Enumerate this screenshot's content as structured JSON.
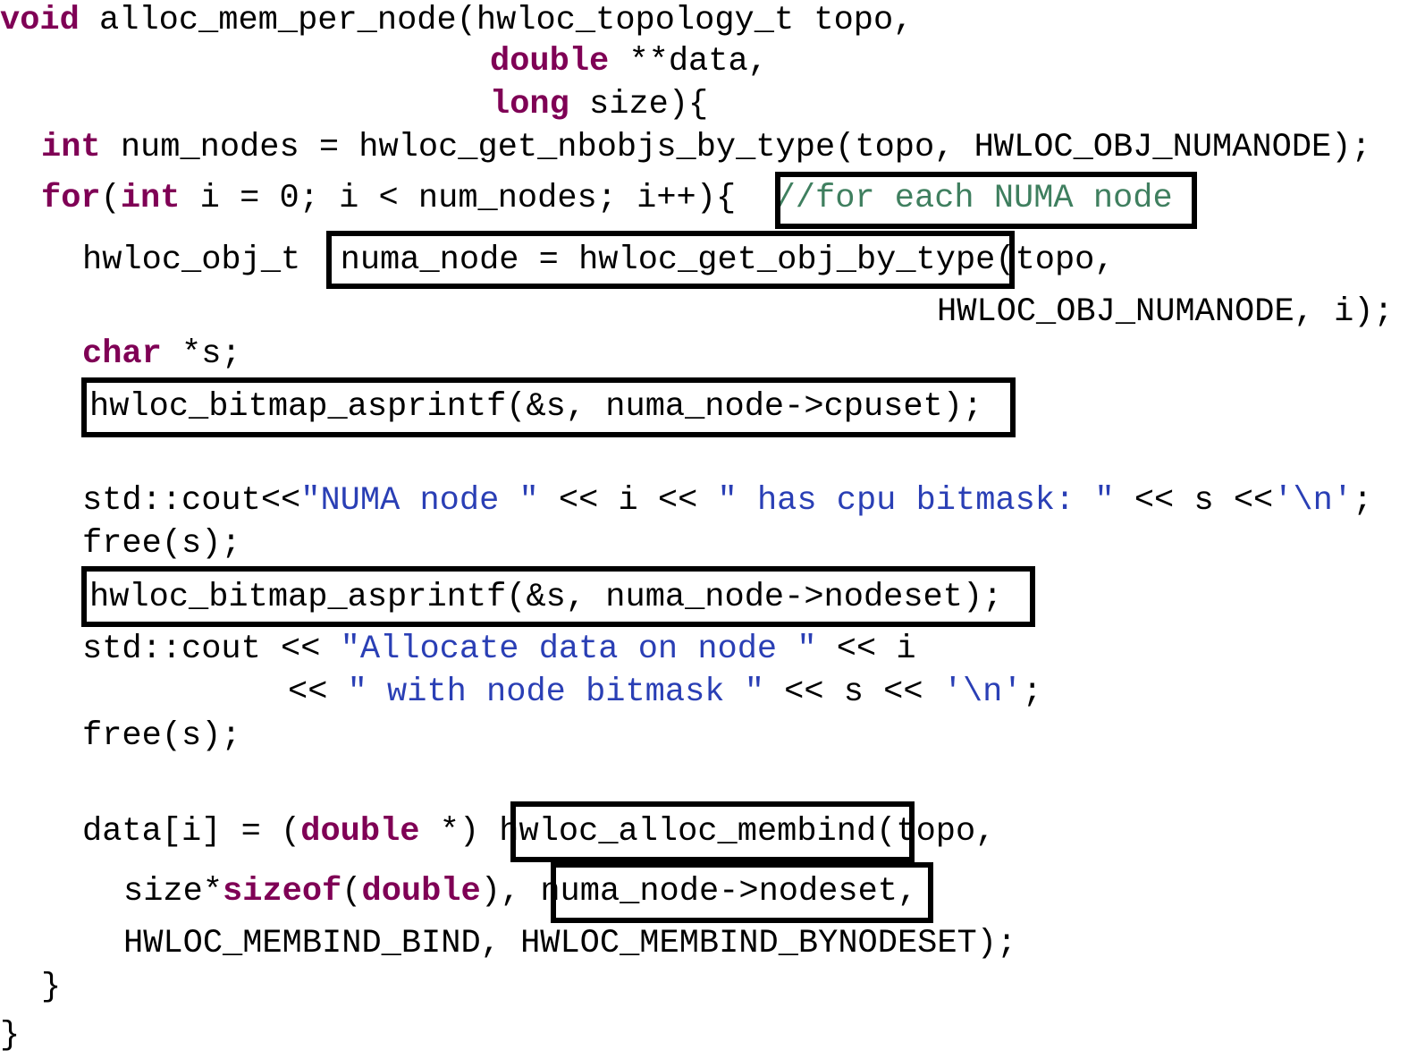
{
  "colors": {
    "text": "#000000",
    "keyword": "#7f0055",
    "string": "#2a3fb5",
    "comment": "#3f7f5f",
    "highlight_box": "#000000"
  },
  "code_lines": [
    [
      {
        "t": "void",
        "c": "kw"
      },
      {
        "t": " alloc_mem_per_node(hwloc_topology_t topo,"
      }
    ],
    [
      {
        "t": "double",
        "c": "kw"
      },
      {
        "t": " **data,"
      }
    ],
    [
      {
        "t": "long",
        "c": "kw"
      },
      {
        "t": " size){"
      }
    ],
    [
      {
        "t": "int",
        "c": "kw"
      },
      {
        "t": " num_nodes = hwloc_get_nbobjs_by_type(topo, HWLOC_OBJ_NUMANODE);"
      }
    ],
    [
      {
        "t": "for",
        "c": "kw"
      },
      {
        "t": "("
      },
      {
        "t": "int",
        "c": "kw"
      },
      {
        "t": " i = 0; i < num_nodes; i++){  "
      },
      {
        "t": "//for each NUMA node",
        "c": "com"
      }
    ],
    [
      {
        "t": "hwloc_obj_t  numa_node = hwloc_get_obj_by_type(topo,"
      }
    ],
    [
      {
        "t": "HWLOC_OBJ_NUMANODE, i);"
      }
    ],
    [
      {
        "t": "char",
        "c": "kw"
      },
      {
        "t": " *s;"
      }
    ],
    [
      {
        "t": "hwloc_bitmap_asprintf(&s, numa_node->cpuset);"
      }
    ],
    [
      {
        "t": "std::cout<<"
      },
      {
        "t": "\"NUMA node \"",
        "c": "str"
      },
      {
        "t": " << i << "
      },
      {
        "t": "\" has cpu bitmask: \"",
        "c": "str"
      },
      {
        "t": " << s <<"
      },
      {
        "t": "'\\n'",
        "c": "str"
      },
      {
        "t": ";"
      }
    ],
    [
      {
        "t": "free(s);"
      }
    ],
    [
      {
        "t": "hwloc_bitmap_asprintf(&s, numa_node->nodeset);"
      }
    ],
    [
      {
        "t": "std::cout << "
      },
      {
        "t": "\"Allocate data on node \"",
        "c": "str"
      },
      {
        "t": " << i"
      }
    ],
    [
      {
        "t": "<< "
      },
      {
        "t": "\" with node bitmask \"",
        "c": "str"
      },
      {
        "t": " << s << "
      },
      {
        "t": "'\\n'",
        "c": "str"
      },
      {
        "t": ";"
      }
    ],
    [
      {
        "t": "free(s);"
      }
    ],
    [
      {
        "t": "data[i] = ("
      },
      {
        "t": "double",
        "c": "kw"
      },
      {
        "t": " *) hwloc_alloc_membind(topo,"
      }
    ],
    [
      {
        "t": "size*"
      },
      {
        "t": "sizeof",
        "c": "kw"
      },
      {
        "t": "("
      },
      {
        "t": "double",
        "c": "kw"
      },
      {
        "t": "), numa_node->nodeset,"
      }
    ],
    [
      {
        "t": "HWLOC_MEMBIND_BIND, HWLOC_MEMBIND_BYNODESET);"
      }
    ],
    [
      {
        "t": "}"
      }
    ],
    [
      {
        "t": "}"
      }
    ]
  ]
}
